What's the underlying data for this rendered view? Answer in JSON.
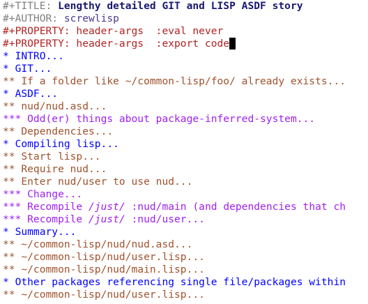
{
  "editor": {
    "title_line": {
      "prefix": "#+TITLE: ",
      "text": "Lengthy detailed GIT and LISP ASDF story"
    },
    "author_line": {
      "prefix": "#+AUTHOR: ",
      "text": "screwlisp"
    },
    "property_lines": [
      "#+PROPERTY: header-args  :eval never",
      "#+PROPERTY: header-args  :export code"
    ],
    "outline": [
      "* INTRO...",
      "* GIT...",
      "** If a folder like ~/common-lisp/foo/ already exists...",
      "* ASDF...",
      "** nud/nud.asd...",
      "*** Odd(er) things about package-inferred-system...",
      "** Dependencies...",
      "* Compiling lisp...",
      "** Start lisp...",
      "** Require nud...",
      "** Enter nud/user to use nud...",
      "*** Change...",
      {
        "before": "*** Recompile ",
        "italic": "/just/",
        "after": " :nud/main (and dependencies that ch"
      },
      {
        "before": "*** Recompile ",
        "italic": "/just/",
        "after": " :nud/user..."
      },
      "* Summary...",
      "** ~/common-lisp/nud/nud.asd...",
      "** ~/common-lisp/nud/user.lisp...",
      "** ~/common-lisp/nud/main.lisp...",
      "* Other packages referencing single file/packages within",
      "** ~/common-lisp/nud/user.lisp..."
    ]
  }
}
